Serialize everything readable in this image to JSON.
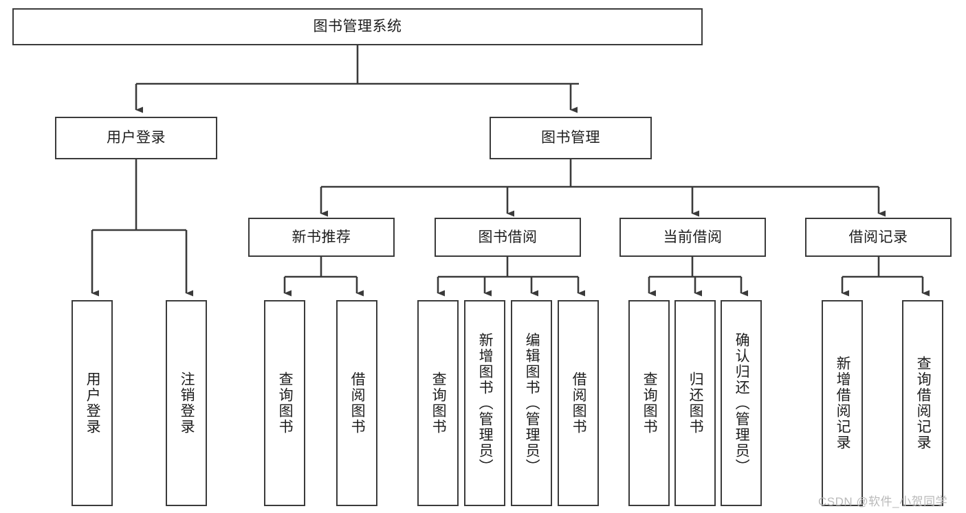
{
  "diagram": {
    "title": "图书管理系统",
    "type": "tree-hierarchy",
    "stroke_color": "#3a3a3a",
    "text_color": "#1d1d1d",
    "background_color": "#ffffff",
    "watermark": "CSDN @软件_小贺同学",
    "levels": {
      "root": {
        "label": "图书管理系统"
      },
      "level2": [
        {
          "label": "用户登录"
        },
        {
          "label": "图书管理"
        }
      ],
      "level3": [
        {
          "label": "新书推荐"
        },
        {
          "label": "图书借阅"
        },
        {
          "label": "当前借阅"
        },
        {
          "label": "借阅记录"
        }
      ],
      "leaves": {
        "user_login": [
          {
            "label": "用户登录"
          },
          {
            "label": "注销登录"
          }
        ],
        "new_book_recommend": [
          {
            "label": "查询图书"
          },
          {
            "label": "借阅图书"
          }
        ],
        "book_borrow": [
          {
            "label": "查询图书"
          },
          {
            "label": "新增图书（管理员）"
          },
          {
            "label": "编辑图书（管理员）"
          },
          {
            "label": "借阅图书"
          }
        ],
        "current_borrow": [
          {
            "label": "查询图书"
          },
          {
            "label": "归还图书"
          },
          {
            "label": "确认归还（管理员）"
          }
        ],
        "borrow_record": [
          {
            "label": "新增借阅记录"
          },
          {
            "label": "查询借阅记录"
          }
        ]
      }
    }
  }
}
